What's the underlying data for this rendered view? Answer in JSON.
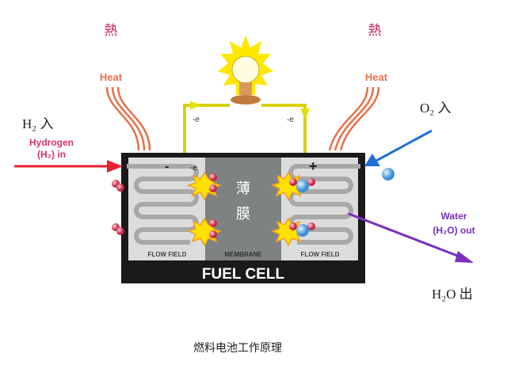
{
  "heat_cn": "熱",
  "heat_en": "Heat",
  "h2_in_cn": "H₂ 入",
  "hydrogen_in_line1": "Hydrogen",
  "hydrogen_in_line2": "(H₂) in",
  "o2_in_cn": "O₂ 入",
  "water_out_line1": "Water",
  "water_out_line2": "(H₂O) out",
  "h2o_out_cn": "H₂O 出",
  "electron": "-e",
  "minus": "-",
  "plus": "+",
  "membrane_cn_1": "薄",
  "membrane_cn_2": "膜",
  "flow_field": "FLOW FIELD",
  "membrane": "MEMBRANE",
  "fuel_cell": "FUEL CELL",
  "caption": "燃料电池工作原理",
  "colors": {
    "hydrogen": "#e8305a",
    "oxygen": "#2a7fd8",
    "water": "#7a2fc0",
    "heat": "#e8704a",
    "wire": "#e6e000"
  }
}
